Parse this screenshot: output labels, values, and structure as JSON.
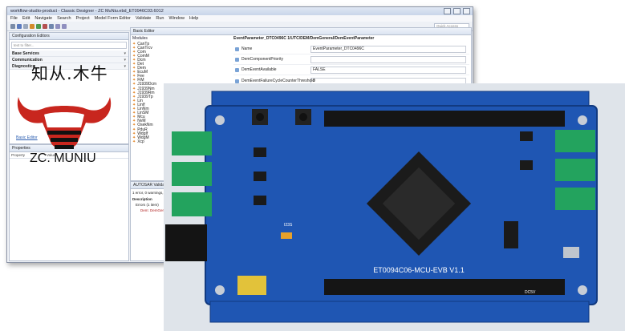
{
  "window": {
    "title": "workflow-studio-product - Classic Designer - ZC MuNiu.ebd_ET0946C03.6012",
    "menu": [
      "File",
      "Edit",
      "Navigate",
      "Search",
      "Project",
      "Model Form Editor",
      "Validate",
      "Run",
      "Window",
      "Help"
    ],
    "quick_access": "Quick Access"
  },
  "config_editors": {
    "tab": "Configuration Editors",
    "filter_placeholder": "text to filter...",
    "categories": [
      "Base Services",
      "Communication",
      "Diagnostics"
    ],
    "basic_editor_link": "Basic Editor"
  },
  "basic_editor": {
    "tab": "Basic Editor",
    "path": "EventParameter_DTC0496C 1/UTC/DEM/DemGeneral/DemEventParameter",
    "modules_header": "Modules",
    "modules": [
      "CanTp",
      "CanTrcv",
      "Com",
      "ComM",
      "Dcm",
      "Det",
      "Dem",
      "EcuM",
      "Fee",
      "FiM",
      "J1939Dcm",
      "J1939Nm",
      "J1939Rm",
      "J1939Tp",
      "Lin",
      "LinIf",
      "LinNm",
      "LinSM",
      "Mcu",
      "NvM",
      "OsekNm",
      "PduR",
      "WdgIf",
      "WdgM",
      "Xcp"
    ],
    "fields": [
      {
        "label": "Name",
        "value": "EventParameter_DTC0496C"
      },
      {
        "label": "DemComponentPriority",
        "value": ""
      },
      {
        "label": "DemEventAvailable",
        "value": "FALSE"
      },
      {
        "label": "DemEventFailureCycleCounterThreshold",
        "value": "0"
      }
    ]
  },
  "properties": {
    "tab": "Properties",
    "col_property": "Property",
    "col_value": "Value"
  },
  "validation": {
    "tab": "AUTOSAR Validation",
    "summary": "1 error, 0 warnings, 0 info",
    "description": "Description",
    "row1": "Errors (1 item)",
    "row2": "Dem: DemGeneral"
  },
  "watermark": {
    "chinese": "知从.木牛",
    "english": "ZC. MUNIU"
  },
  "board": {
    "silkscreen": "ET0094C06-MCU-EVB V1.1",
    "labels": {
      "small1": "I23S",
      "small2": "DC5V"
    }
  },
  "colors": {
    "pcb": "#1f56b3",
    "connector_green": "#23a35e",
    "logo_red": "#c8261e"
  }
}
